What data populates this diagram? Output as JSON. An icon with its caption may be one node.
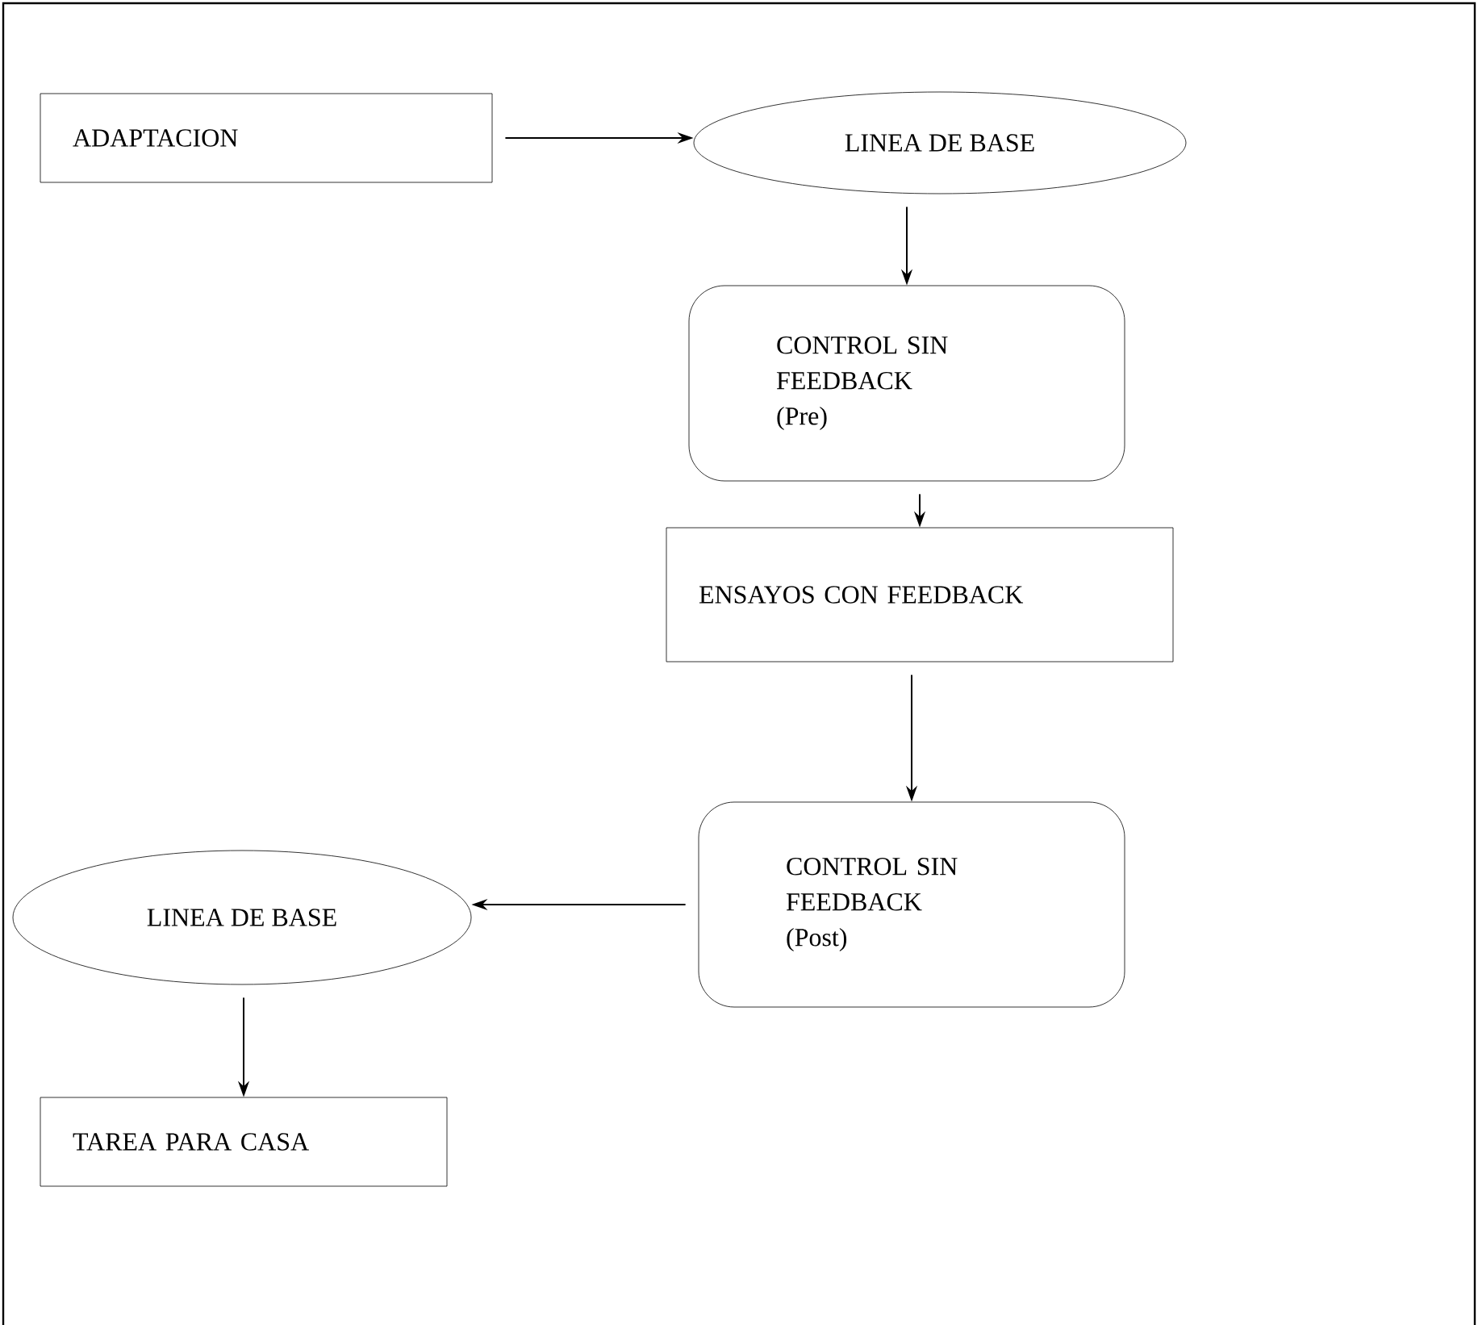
{
  "diagram": {
    "nodes": [
      {
        "text": [
          "ADAPTACION"
        ]
      },
      {
        "text": [
          "LINEA DE BASE"
        ]
      },
      {
        "text": [
          "CONTROL SIN FEEDBACK",
          "(Pre)"
        ]
      },
      {
        "text": [
          "ENSAYOS CON FEEDBACK"
        ]
      },
      {
        "text": [
          "CONTROL SIN FEEDBACK",
          "(Post)"
        ]
      },
      {
        "text": [
          "LINEA DE BASE"
        ]
      },
      {
        "text": [
          "TAREA PARA CASA"
        ]
      }
    ],
    "edges": [
      {
        "from": 0,
        "to": 1,
        "arrow": "to"
      },
      {
        "from": 1,
        "to": 2,
        "arrow": "to"
      },
      {
        "from": 2,
        "to": 3,
        "arrow": "to"
      },
      {
        "from": 3,
        "to": 4,
        "arrow": "to"
      },
      {
        "from": 4,
        "to": 5,
        "arrow": "to"
      },
      {
        "from": 5,
        "to": 6,
        "arrow": "to"
      }
    ]
  }
}
